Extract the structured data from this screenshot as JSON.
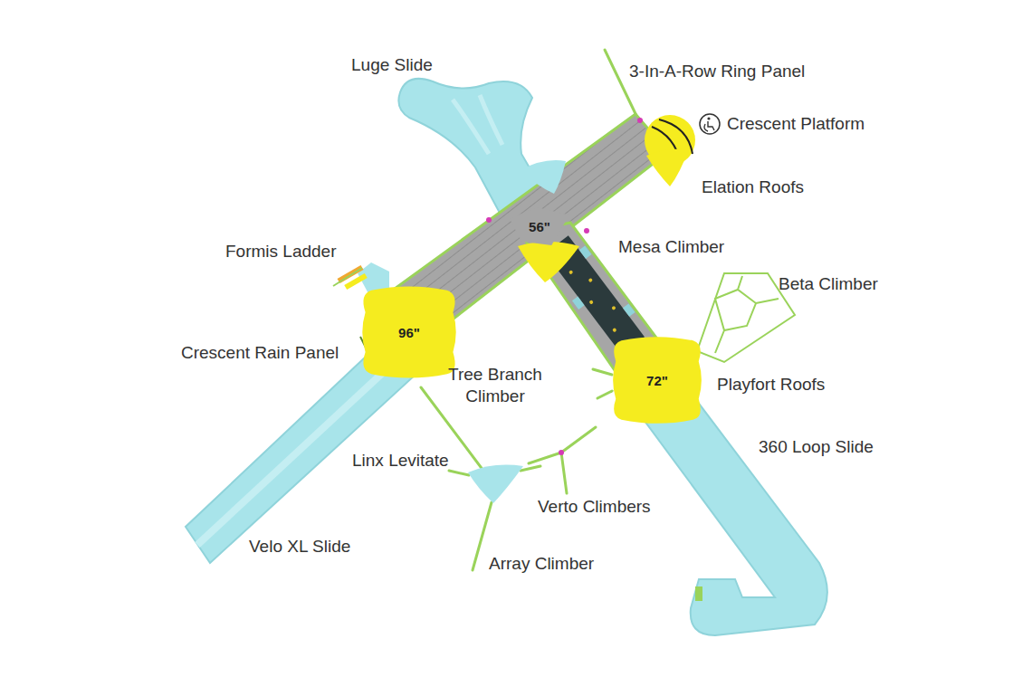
{
  "diagram": {
    "nodes": [
      {
        "text": [
          "56\""
        ]
      },
      {
        "text": [
          "96\""
        ]
      },
      {
        "text": [
          "72\""
        ]
      }
    ],
    "labels": [
      "Luge Slide",
      "3-In-A-Row Ring Panel",
      "Crescent Platform",
      "Elation Roofs",
      "Formis Ladder",
      "Mesa Climber",
      "Beta Climber",
      "Crescent Rain Panel",
      "Tree Branch Climber",
      "Playfort Roofs",
      "360 Loop Slide",
      "Linx Levitate",
      "Verto Climbers",
      "Velo XL Slide",
      "Array Climber"
    ]
  }
}
